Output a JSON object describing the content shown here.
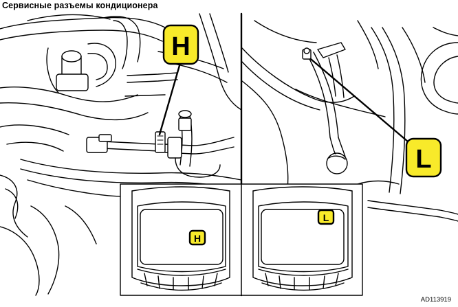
{
  "title": "Сервисные разъемы кондиционера",
  "image_code": "AD113919",
  "labels": {
    "high": "H",
    "low": "L"
  },
  "colors": {
    "label_fill": "#f8ea2a",
    "line": "#000000",
    "background": "#ffffff"
  }
}
